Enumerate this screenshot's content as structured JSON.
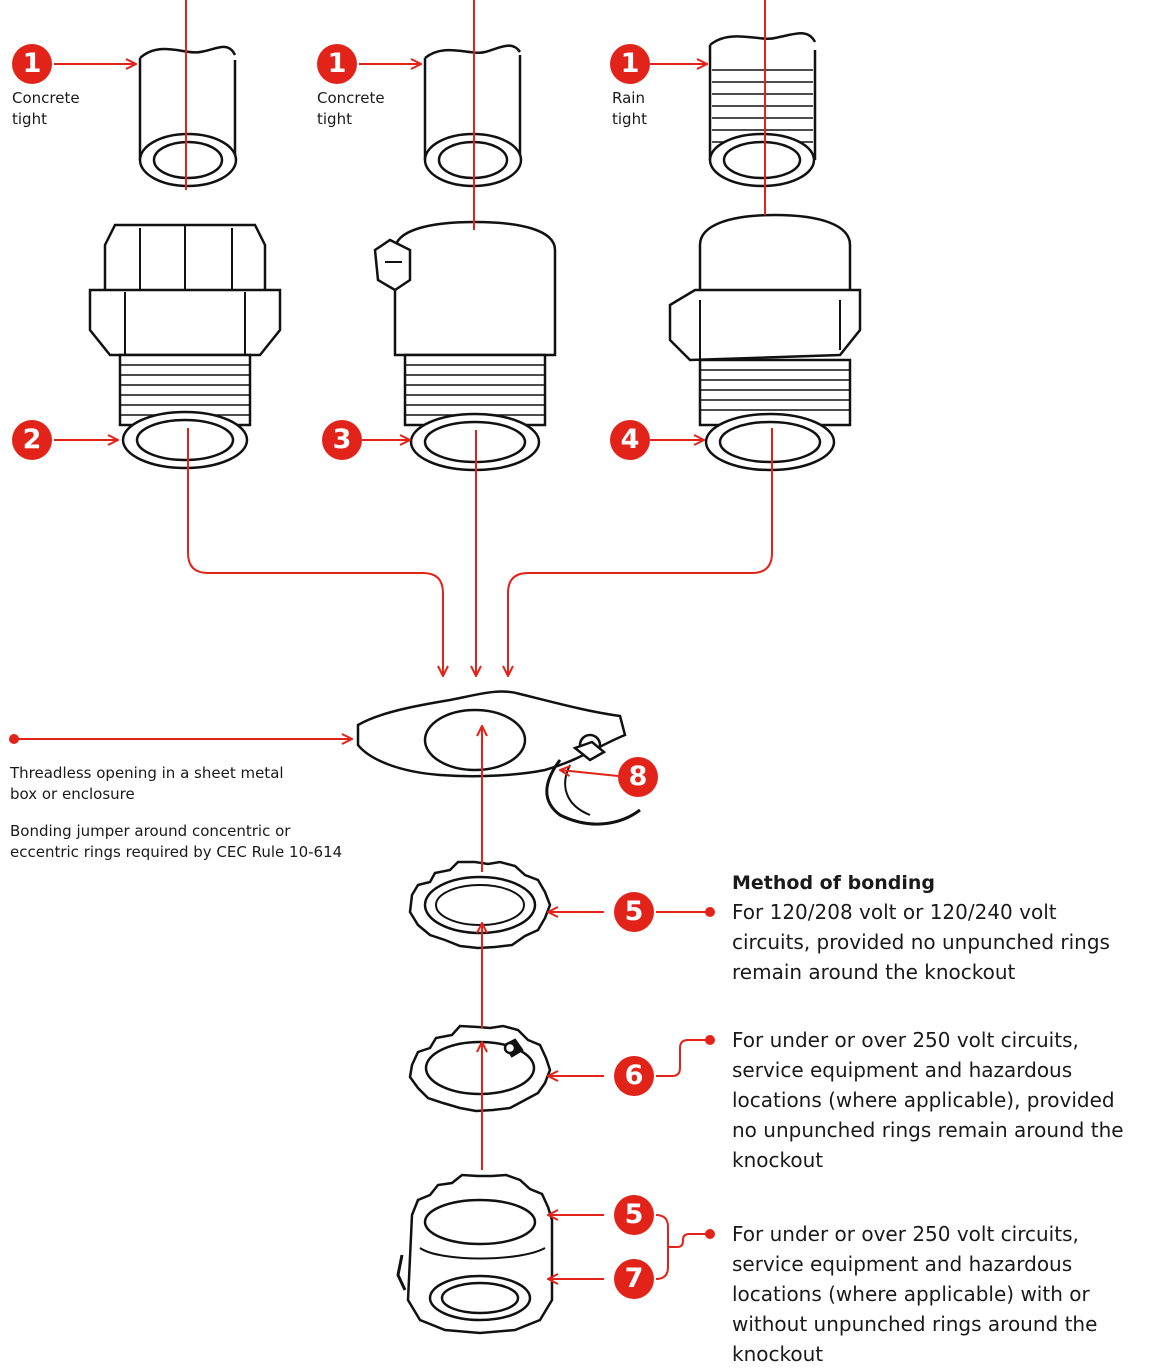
{
  "colors": {
    "accent": "#e2231a",
    "ink": "#1a1a1a",
    "part_fill": "#ffffff"
  },
  "fittings": [
    {
      "callout": "1",
      "label_line1": "Concrete",
      "label_line2": "tight",
      "bottom_callout": "2"
    },
    {
      "callout": "1",
      "label_line1": "Concrete",
      "label_line2": "tight",
      "bottom_callout": "3"
    },
    {
      "callout": "1",
      "label_line1": "Rain",
      "label_line2": "tight",
      "bottom_callout": "4"
    }
  ],
  "enclosure": {
    "callout": "8",
    "opening_line1": "Threadless opening in a sheet metal",
    "opening_line2": "box or enclosure",
    "jumper_line1": "Bonding jumper around concentric or",
    "jumper_line2": "eccentric rings required by CEC Rule 10-614"
  },
  "method": {
    "heading": "Method of bonding",
    "items": [
      {
        "callouts": [
          "5"
        ],
        "lines": [
          "For 120/208 volt or 120/240 volt",
          "circuits, provided no unpunched rings",
          "remain around the knockout"
        ]
      },
      {
        "callouts": [
          "6"
        ],
        "lines": [
          "For under or over 250 volt circuits,",
          "service equipment and hazardous",
          "locations (where applicable), provided",
          "no unpunched rings remain around the",
          "knockout"
        ]
      },
      {
        "callouts": [
          "5",
          "7"
        ],
        "lines": [
          "For under or over 250 volt circuits,",
          "service equipment and hazardous",
          "locations (where applicable) with or",
          "without unpunched rings around the",
          "knockout"
        ]
      }
    ]
  }
}
